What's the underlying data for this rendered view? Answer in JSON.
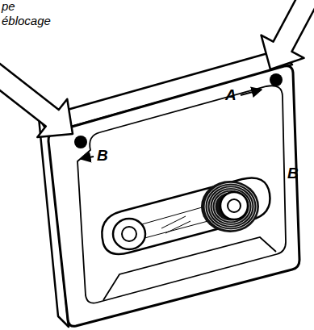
{
  "diagram": {
    "labels": [
      "pe",
      "éblocage",
      "B",
      "A",
      "B"
    ]
  }
}
